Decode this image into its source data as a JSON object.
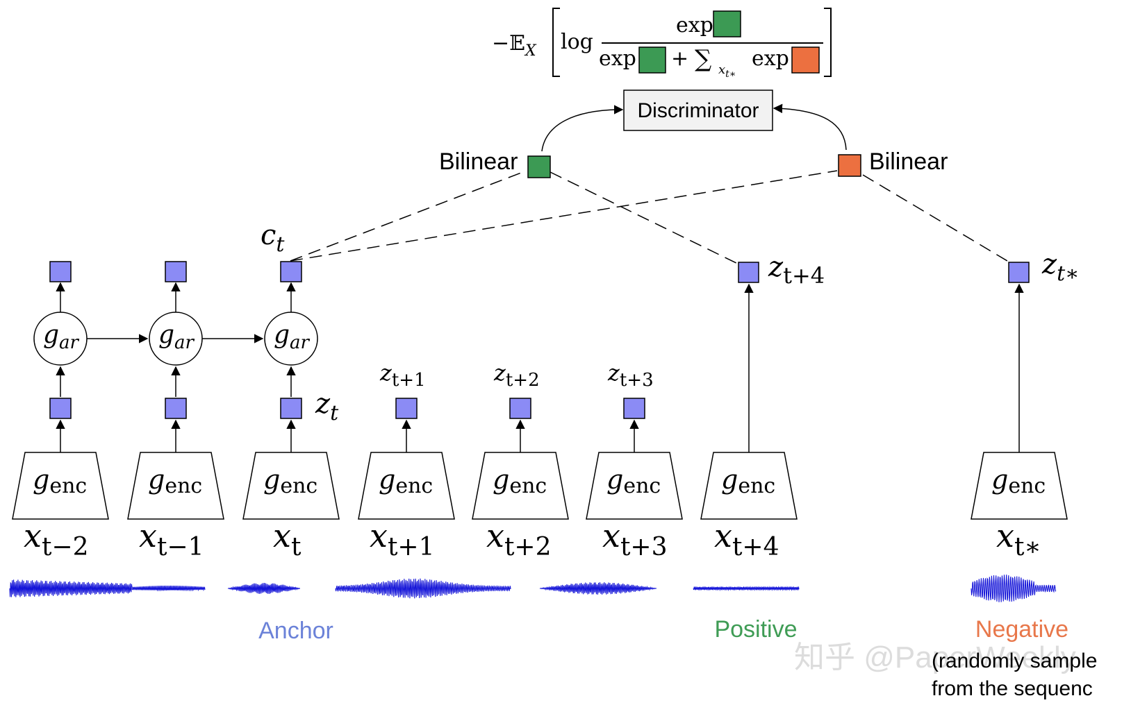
{
  "formula": {
    "prefix": "−𝔼",
    "prefix_sub": "X",
    "log": "log",
    "numerator_exp": "exp",
    "denominator_exp": "exp",
    "plus": "+",
    "sum": "∑",
    "sum_sub": "x",
    "sum_sub_sub": "t∗",
    "denominator_exp2": "exp"
  },
  "discriminator_label": "Discriminator",
  "bilinear_left_label": "Bilinear",
  "bilinear_right_label": "Bilinear",
  "ct": {
    "base": "c",
    "sub": "t"
  },
  "zt": {
    "base": "z",
    "sub": "t"
  },
  "z_labels": [
    {
      "base": "z",
      "sub": "t+1"
    },
    {
      "base": "z",
      "sub": "t+2"
    },
    {
      "base": "z",
      "sub": "t+3"
    }
  ],
  "z_t4": {
    "base": "z",
    "sub": "t+4"
  },
  "z_tstar": {
    "base": "z",
    "sub": "t∗"
  },
  "g_ar": {
    "base": "g",
    "sub": "ar"
  },
  "g_enc": {
    "base": "g",
    "sub": "enc"
  },
  "x_labels": [
    {
      "base": "x",
      "sub": "t−2"
    },
    {
      "base": "x",
      "sub": "t−1"
    },
    {
      "base": "x",
      "sub": "t"
    },
    {
      "base": "x",
      "sub": "t+1"
    },
    {
      "base": "x",
      "sub": "t+2"
    },
    {
      "base": "x",
      "sub": "t+3"
    },
    {
      "base": "x",
      "sub": "t+4"
    },
    {
      "base": "x",
      "sub": "t∗"
    }
  ],
  "anchor_label": "Anchor",
  "positive_label": "Positive",
  "negative_label": "Negative",
  "negative_note_line1": "(randomly sample",
  "negative_note_line2": "from the sequenc",
  "watermark": "知乎 @PaperWeekly",
  "colors": {
    "node_fill": "#8b8bf5",
    "green": "#3c9a54",
    "orange": "#ec7040",
    "anchor_text": "#6b82d8",
    "positive_text": "#3f9c55",
    "negative_text": "#e8774a",
    "wave": "#1515d8"
  }
}
